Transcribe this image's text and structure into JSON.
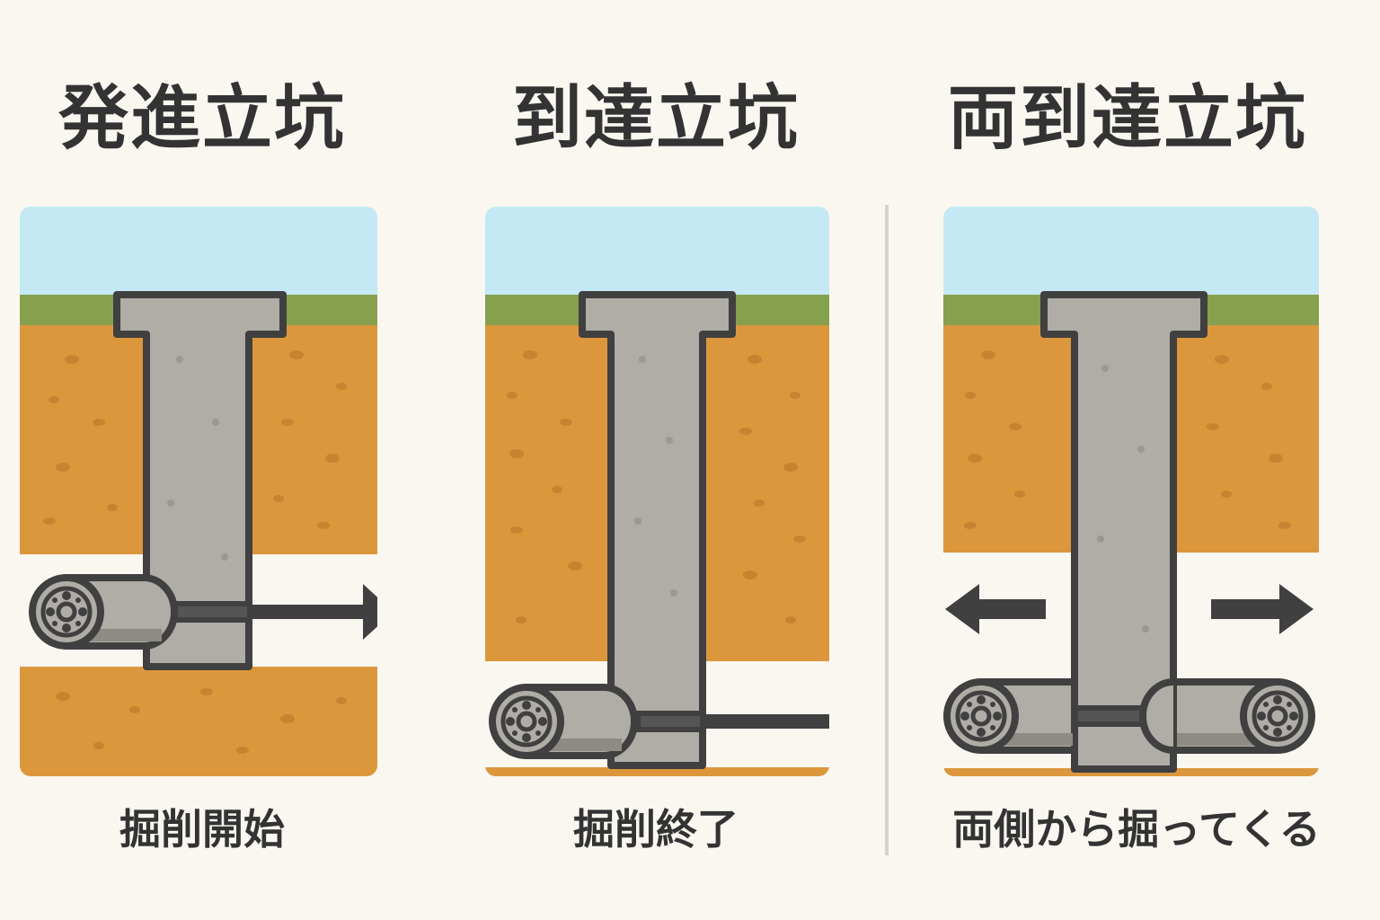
{
  "colors": {
    "background": "#faf7f1",
    "sky": "#c4e8f4",
    "grass": "#86a04d",
    "soil": "#dc973d",
    "soil_spot": "#c88330",
    "shaft": "#b0aca6",
    "outline": "#404040",
    "arrow": "#404040",
    "divider": "#d8d2c8"
  },
  "panels": [
    {
      "title": "発進立坑",
      "caption": "掘削開始",
      "icon": "right-arrow-icon"
    },
    {
      "title": "到達立坑",
      "caption": "掘削終了",
      "icon": "shield-machine-icon"
    },
    {
      "title": "両到達立坑",
      "caption": "両側から掘ってくる",
      "icon": "left-right-arrows-icon"
    }
  ]
}
